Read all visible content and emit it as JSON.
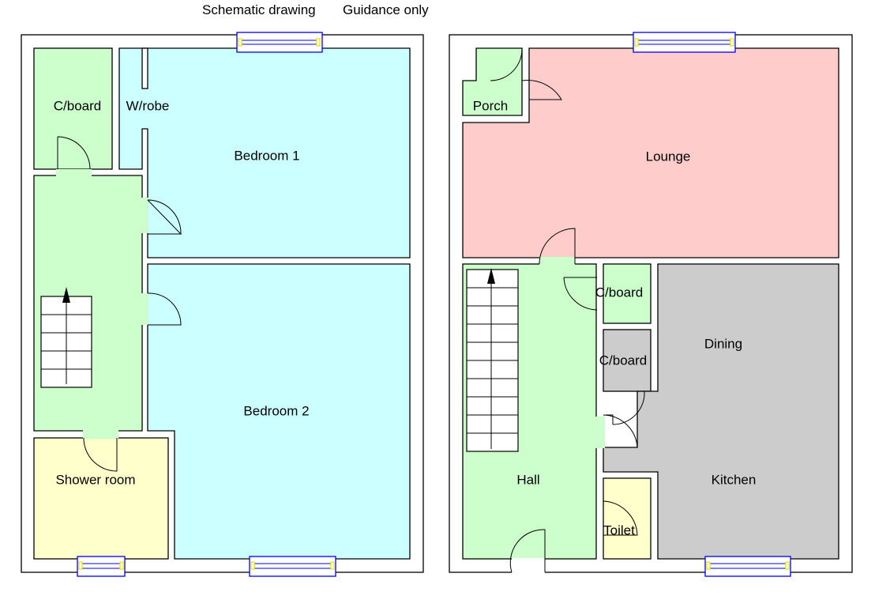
{
  "header": {
    "note1": "Schematic drawing",
    "note2": "Guidance only"
  },
  "colors": {
    "circulation": "#ccffcc",
    "bedroom": "#ccffff",
    "wet_room": "#ffffcc",
    "lounge": "#ffcccc",
    "kitchen_dining": "#cccccc"
  },
  "first_floor": {
    "rooms": {
      "cupboard": "C/board",
      "wardrobe": "W/robe",
      "bedroom1": "Bedroom 1",
      "bedroom2": "Bedroom 2",
      "shower": "Shower room"
    }
  },
  "ground_floor": {
    "rooms": {
      "porch": "Porch",
      "lounge": "Lounge",
      "cupboard1": "C/board",
      "cupboard2": "C/board",
      "dining": "Dining",
      "hall": "Hall",
      "kitchen": "Kitchen",
      "toilet": "Toilet"
    }
  }
}
